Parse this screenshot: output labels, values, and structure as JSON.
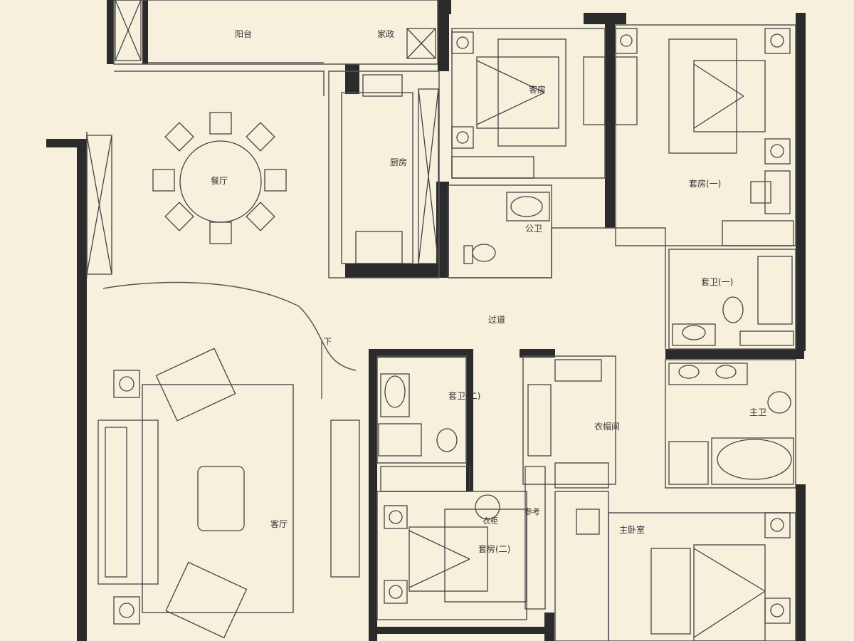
{
  "colors": {
    "background": "#f6f0dc",
    "wall": "#2b2b2b",
    "line": "#555555",
    "fixture": "#444444"
  },
  "rooms": {
    "balcony": "阳台",
    "housekeeping": "家政",
    "guest_room": "客房",
    "master_suite_1": "套房(一)",
    "dining": "餐厅",
    "kitchen": "厨房",
    "public_bath": "公卫",
    "suite_bath_1": "套卫(一)",
    "corridor": "过道",
    "suite_bath_2": "套卫(二)",
    "cloakroom": "衣帽间",
    "master_bath": "主卫",
    "living": "客厅",
    "suite_2": "套房(二)",
    "master_bedroom": "主卧室"
  },
  "notes": {
    "down_arrow": "下",
    "wardrobe_a": "衣柜",
    "wardrobe_b": "参考"
  }
}
